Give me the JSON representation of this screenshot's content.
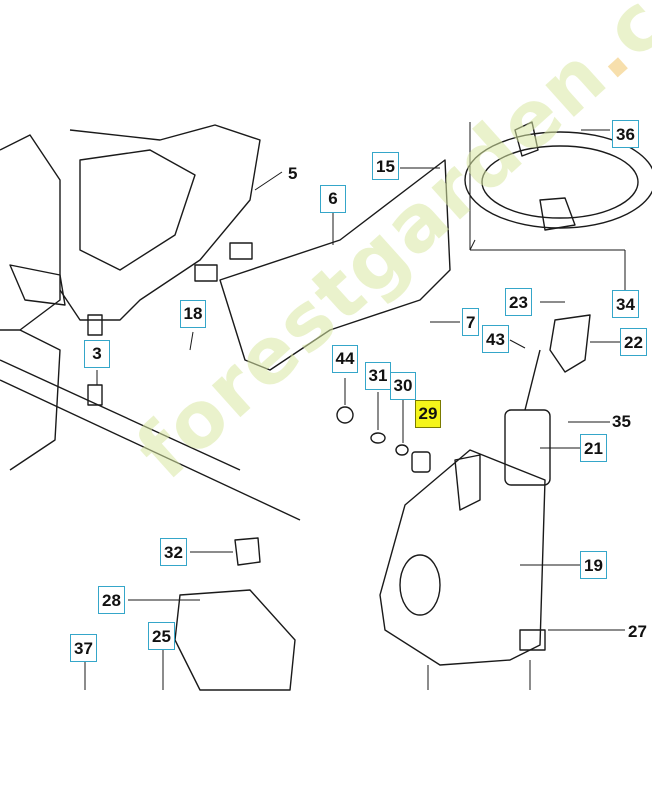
{
  "watermark": {
    "text_a": "forestgarden",
    "accent": ".",
    "text_b": "com"
  },
  "callouts": {
    "c36": "36",
    "c15": "15",
    "c5": "5",
    "c6": "6",
    "c18": "18",
    "c7": "7",
    "c23": "23",
    "c34": "34",
    "c43": "43",
    "c22": "22",
    "c3": "3",
    "c44": "44",
    "c31": "31",
    "c30": "30",
    "c29": "29",
    "c35": "35",
    "c21": "21",
    "c19": "19",
    "c32": "32",
    "c28": "28",
    "c25": "25",
    "c37": "37",
    "c27": "27"
  },
  "highlight_color": "#f5f51a",
  "callout_border_color": "#35a6c9"
}
